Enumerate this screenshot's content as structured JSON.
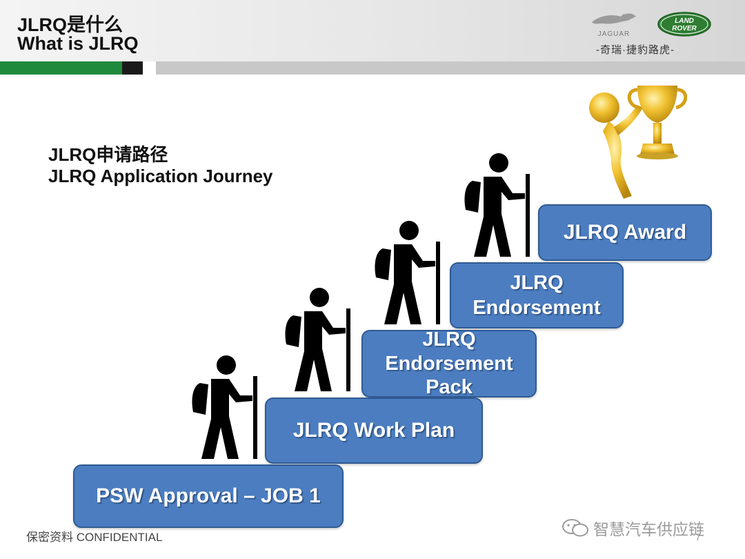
{
  "header": {
    "title_cn": "JLRQ是什么",
    "title_en": "What is JLRQ",
    "brand_text": "-奇瑞·捷豹路虎-",
    "jaguar_logo_text": "JAGUAR",
    "landrover_logo_line1": "LAND",
    "landrover_logo_line2": "ROVER"
  },
  "section": {
    "title_cn": "JLRQ申请路径",
    "title_en": "JLRQ Application Journey"
  },
  "steps": [
    {
      "label": "PSW Approval – JOB 1"
    },
    {
      "label": "JLRQ Work Plan"
    },
    {
      "label": "JLRQ\nEndorsement\nPack"
    },
    {
      "label": "JLRQ\nEndorsement"
    },
    {
      "label": "JLRQ Award"
    }
  ],
  "icons": {
    "hiker": "hiker-icon",
    "trophy": "trophy-icon",
    "wechat": "wechat-icon"
  },
  "colors": {
    "step_fill": "#4b7dc0",
    "step_border": "#2f5a92",
    "accent_green": "#1f8a3b"
  },
  "footer": {
    "confidential": "保密资料 CONFIDENTIAL",
    "watermark": "智慧汽车供应链",
    "page_number": "7"
  }
}
